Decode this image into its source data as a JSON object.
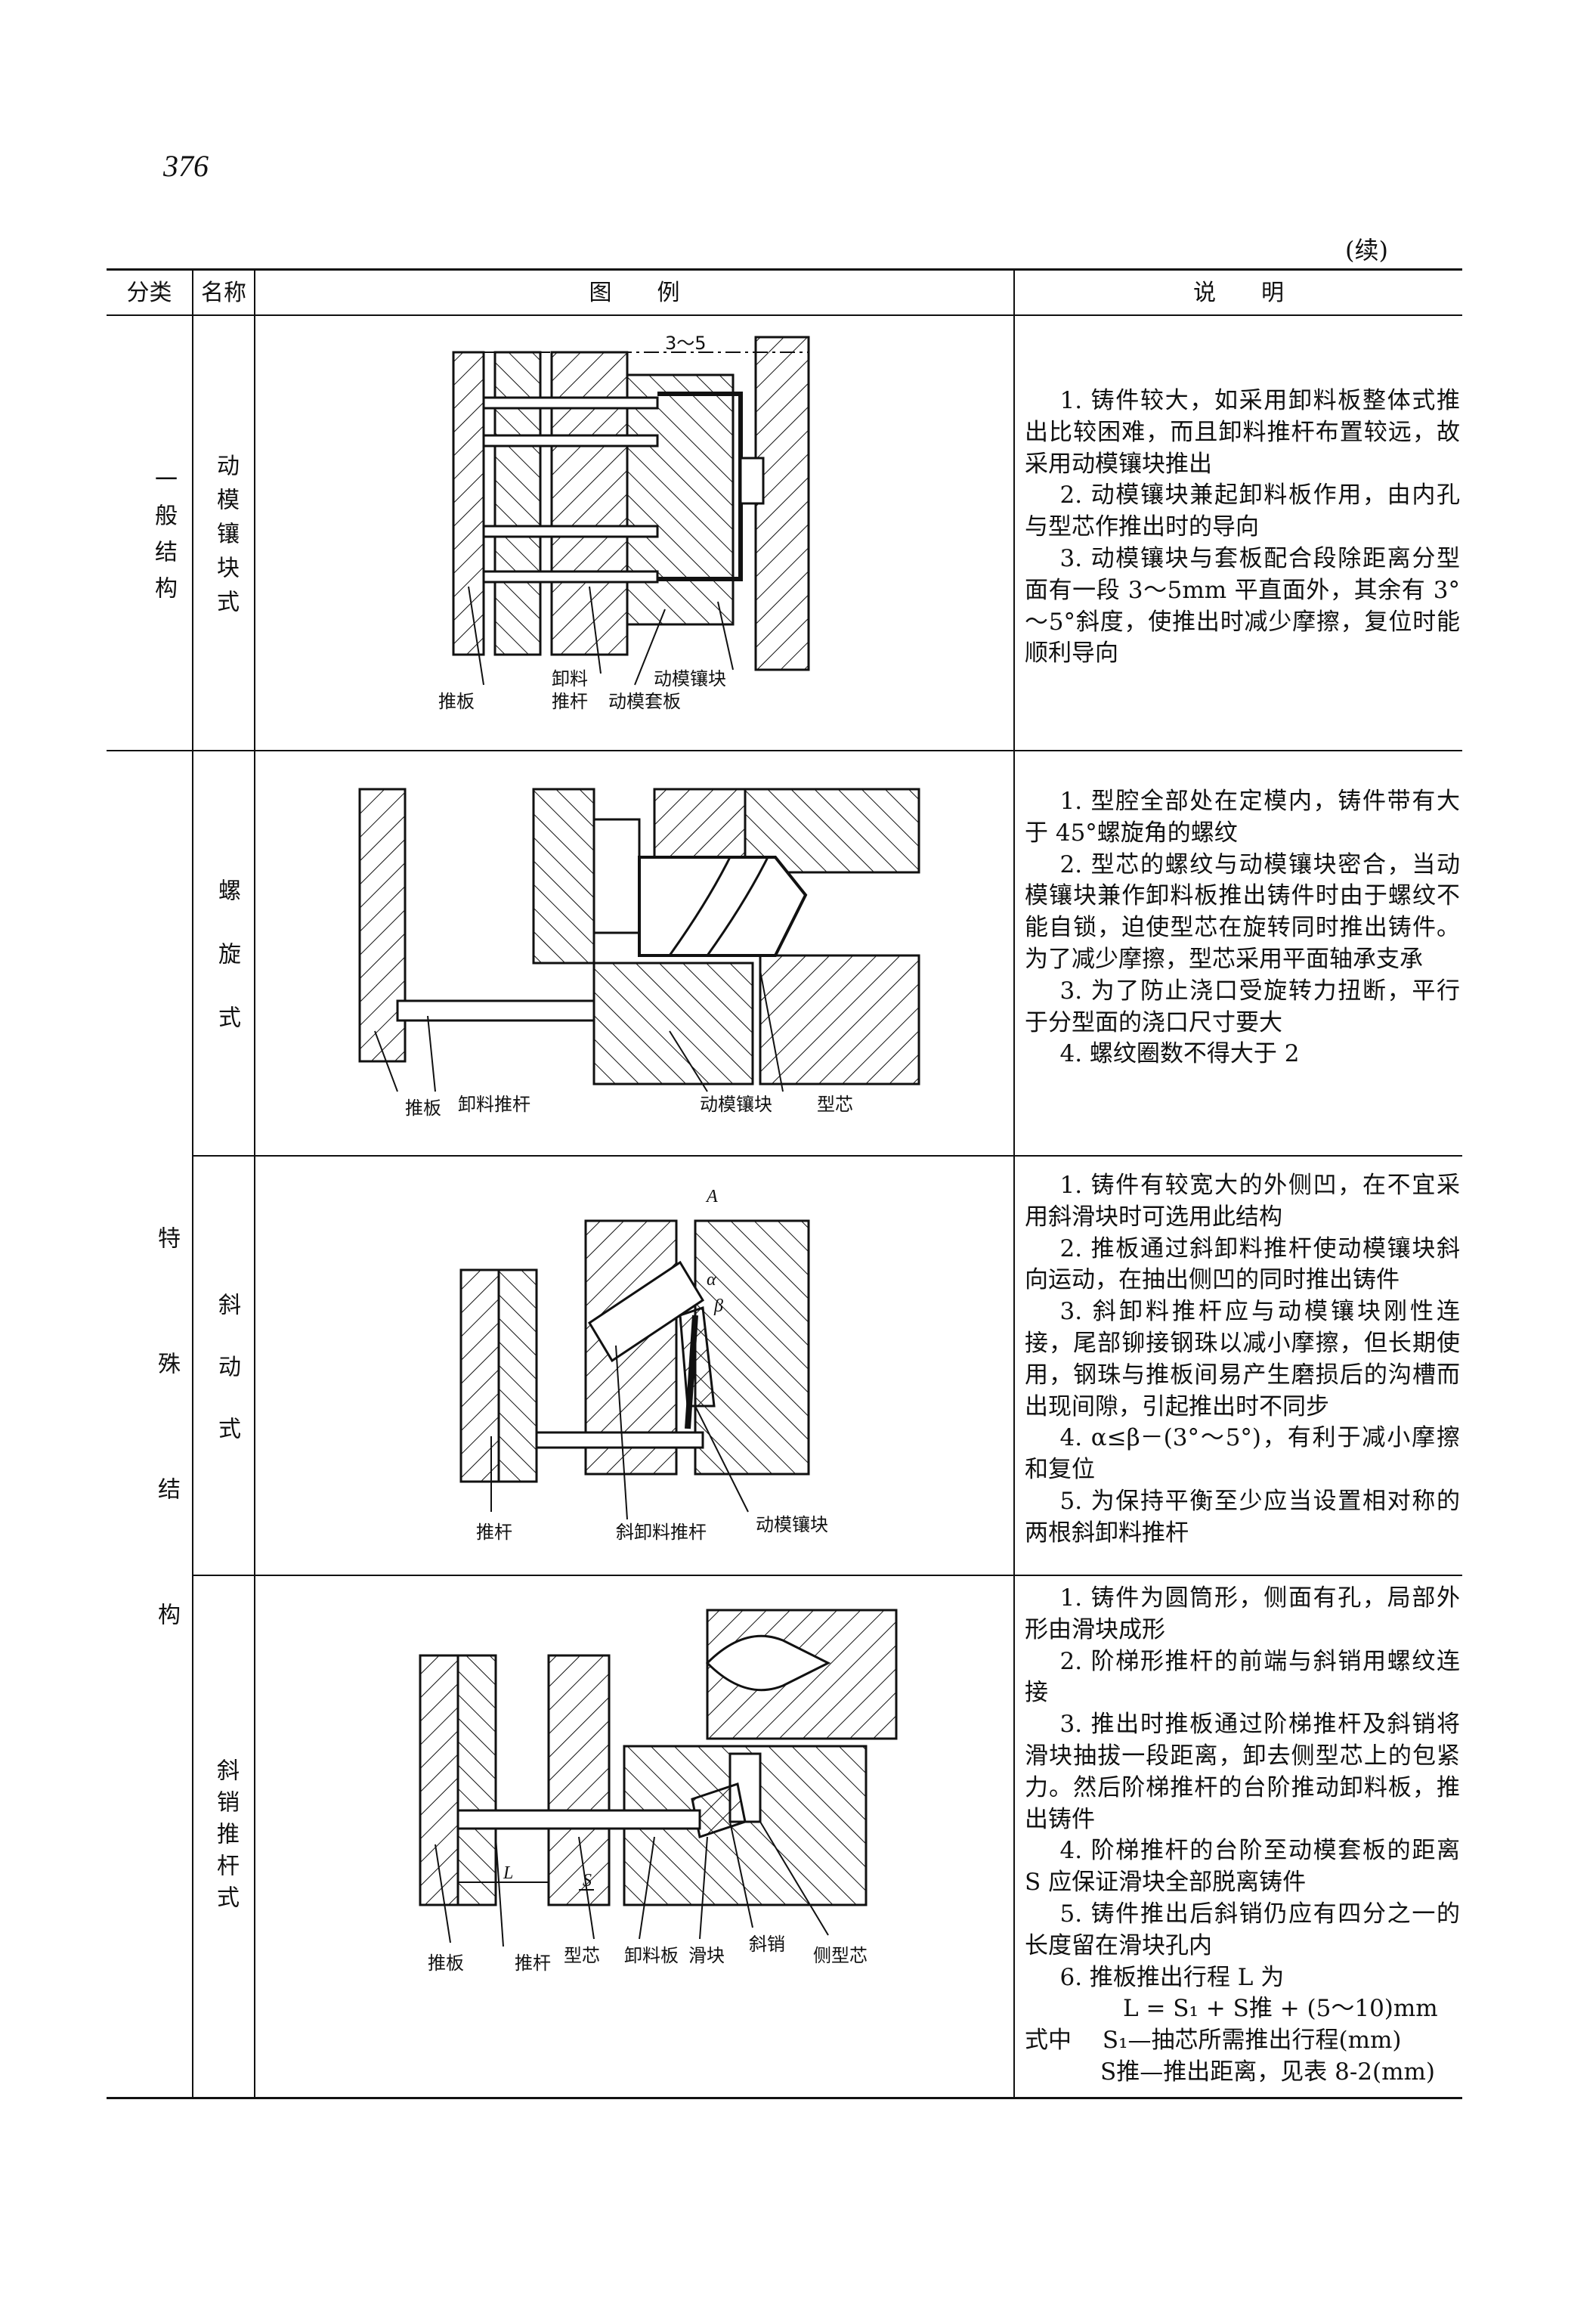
{
  "page_number": "376",
  "continued": "(续)",
  "table": {
    "headers": {
      "category": "分类",
      "name": "名称",
      "figure": "图　　例",
      "description": "说　　明"
    },
    "categories": [
      {
        "label": "一般结构",
        "chars": [
          "一",
          "般",
          "结",
          "构"
        ]
      },
      {
        "label": "特殊结构",
        "chars": [
          "特",
          "殊",
          "结",
          "构"
        ]
      }
    ],
    "rows": [
      {
        "name": "动模镶块式",
        "name_chars": [
          "动",
          "模",
          "镶",
          "块",
          "式"
        ],
        "figure_labels": {
          "dim": "3～5",
          "l1": "推板",
          "l2": "卸料",
          "l2b": "推杆",
          "l3": "动模套板",
          "l4": "动模镶块"
        },
        "description": [
          "1. 铸件较大，如采用卸料板整体式推出比较困难，而且卸料推杆布置较远，故采用动模镶块推出",
          "2. 动模镶块兼起卸料板作用，由内孔与型芯作推出时的导向",
          "3. 动模镶块与套板配合段除距离分型面有一段 3～5mm 平直面外，其余有 3°～5°斜度，使推出时减少摩擦，复位时能顺利导向"
        ]
      },
      {
        "name": "螺旋式",
        "name_chars": [
          "螺",
          "旋",
          "式"
        ],
        "figure_labels": {
          "l1": "推板",
          "l2": "卸料推杆",
          "l3": "动模镶块",
          "l4": "型芯"
        },
        "description": [
          "1. 型腔全部处在定模内，铸件带有大于 45°螺旋角的螺纹",
          "2. 型芯的螺纹与动模镶块密合，当动模镶块兼作卸料板推出铸件时由于螺纹不能自锁，迫使型芯在旋转同时推出铸件。为了减少摩擦，型芯采用平面轴承支承",
          "3. 为了防止浇口受旋转力扭断，平行于分型面的浇口尺寸要大",
          "4. 螺纹圈数不得大于 2"
        ]
      },
      {
        "name": "斜动式",
        "name_chars": [
          "斜",
          "动",
          "式"
        ],
        "figure_labels": {
          "a": "A",
          "alpha": "α",
          "beta": "β",
          "l1": "推杆",
          "l2": "斜卸料推杆",
          "l3": "动模镶块"
        },
        "description": [
          "1. 铸件有较宽大的外侧凹，在不宜采用斜滑块时可选用此结构",
          "2. 推板通过斜卸料推杆使动模镶块斜向运动，在抽出侧凹的同时推出铸件",
          "3. 斜卸料推杆应与动模镶块刚性连接，尾部铆接钢珠以减小摩擦，但长期使用，钢珠与推板间易产生磨损后的沟槽而出现间隙，引起推出时不同步",
          "4. α≤β－(3°～5°)，有利于减小摩擦和复位",
          "5. 为保持平衡至少应当设置相对称的两根斜卸料推杆"
        ]
      },
      {
        "name": "斜销推杆式",
        "name_chars": [
          "斜",
          "销",
          "推",
          "杆",
          "式"
        ],
        "figure_labels": {
          "L": "L",
          "S": "S",
          "l1": "推板",
          "l2": "推杆",
          "l3": "型芯",
          "l4": "卸料板",
          "l5": "滑块",
          "l6": "斜销",
          "l7": "侧型芯"
        },
        "description": [
          "1. 铸件为圆筒形，侧面有孔，局部外形由滑块成形",
          "2. 阶梯形推杆的前端与斜销用螺纹连接",
          "3. 推出时推板通过阶梯推杆及斜销将滑块抽拔一段距离，卸去侧型芯上的包紧力。然后阶梯推杆的台阶推动卸料板，推出铸件",
          "4. 阶梯推杆的台阶至动模套板的距离 S 应保证滑块全部脱离铸件",
          "5. 铸件推出后斜销仍应有四分之一的长度留在滑块孔内",
          "6. 推板推出行程 L 为"
        ],
        "formula": "L = S₁ + S推 + (5～10)mm",
        "where_label": "式中",
        "where_items": [
          "S₁—抽芯所需推出行程(mm)",
          "S推—推出距离，见表 8-2(mm)"
        ]
      }
    ]
  }
}
